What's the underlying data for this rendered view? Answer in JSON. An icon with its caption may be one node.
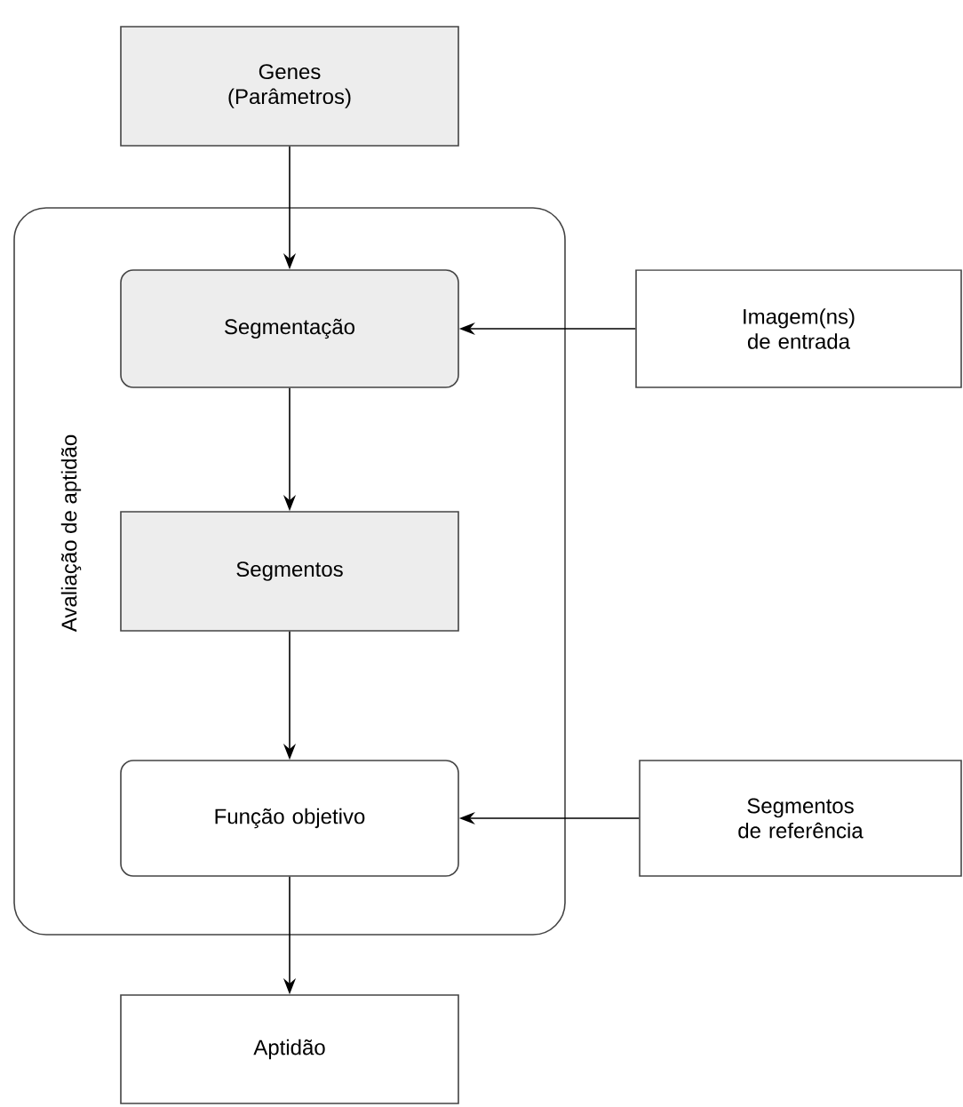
{
  "diagram": {
    "nodes": [
      {
        "text": [
          "Genes (Parâmetros)"
        ]
      },
      {
        "text": [
          "Avaliação de aptidão"
        ]
      },
      {
        "text": [
          "Segmentação"
        ],
        "in": 1
      },
      {
        "text": [
          "Segmentos"
        ],
        "in": 1
      },
      {
        "text": [
          "Função objetivo"
        ],
        "in": 1
      },
      {
        "text": [
          "Aptidão"
        ]
      },
      {
        "text": [
          "Imagem(ns) de entrada"
        ]
      },
      {
        "text": [
          "Segmentos de referência"
        ]
      }
    ],
    "edges": [
      {
        "from": 0,
        "to": 2,
        "arrow": "to"
      },
      {
        "from": 2,
        "to": 3,
        "arrow": "to"
      },
      {
        "from": 3,
        "to": 4,
        "arrow": "to"
      },
      {
        "from": 4,
        "to": 5,
        "arrow": "to"
      },
      {
        "from": 6,
        "to": 2,
        "arrow": "to"
      },
      {
        "from": 7,
        "to": 4,
        "arrow": "to"
      }
    ]
  }
}
